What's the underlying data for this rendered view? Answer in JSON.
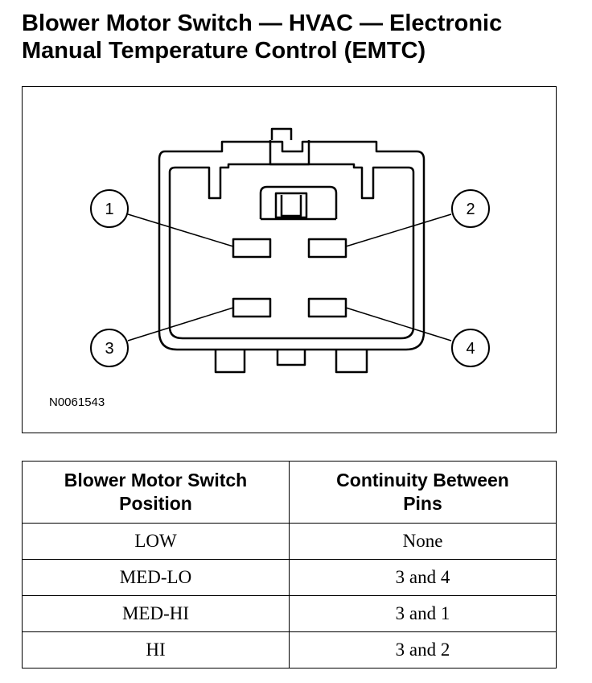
{
  "title": {
    "line1": "Blower Motor Switch — HVAC — Electronic",
    "line2": "Manual Temperature Control (EMTC)"
  },
  "figure": {
    "id": "N0061543",
    "pins": [
      "1",
      "2",
      "3",
      "4"
    ]
  },
  "table": {
    "headers": [
      [
        "Blower Motor Switch",
        "Position"
      ],
      [
        "Continuity Between",
        "Pins"
      ]
    ],
    "rows": [
      [
        "LOW",
        "None"
      ],
      [
        "MED-LO",
        "3 and 4"
      ],
      [
        "MED-HI",
        "3 and 1"
      ],
      [
        "HI",
        "3 and 2"
      ]
    ]
  }
}
